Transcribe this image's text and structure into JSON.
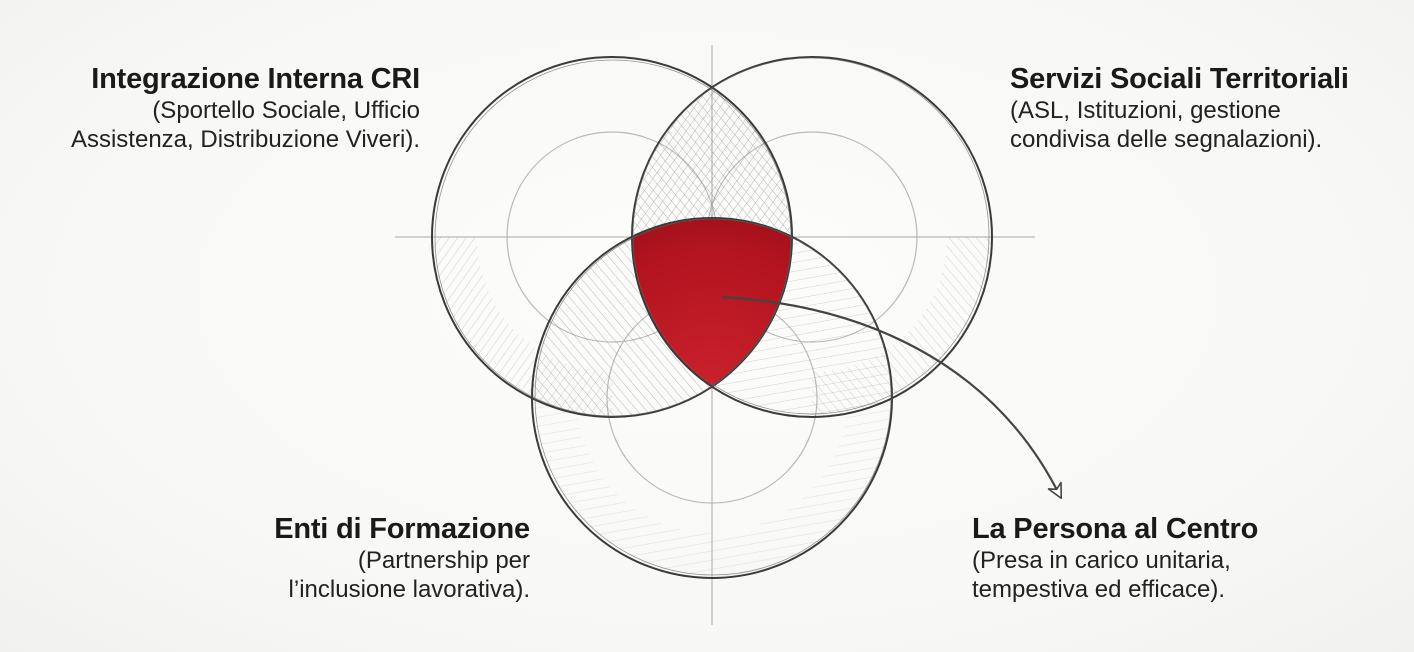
{
  "diagram": {
    "accent_color": "#b3141f",
    "sets": [
      {
        "id": "top-left",
        "title": "Integrazione Interna CRI",
        "description_lines": [
          "(Sportello Sociale, Ufficio",
          "Assistenza, Distribuzione Viveri)."
        ]
      },
      {
        "id": "top-right",
        "title": "Servizi Sociali Territoriali",
        "description_lines": [
          "(ASL, Istituzioni, gestione",
          "condivisa delle segnalazioni)."
        ]
      },
      {
        "id": "bottom",
        "title": "Enti di Formazione",
        "description_lines": [
          "(Partnership per",
          "l’inclusione lavorativa)."
        ]
      }
    ],
    "center": {
      "title": "La Persona al Centro",
      "description_lines": [
        "(Presa in carico unitaria,",
        "tempestiva ed efficace)."
      ]
    }
  }
}
